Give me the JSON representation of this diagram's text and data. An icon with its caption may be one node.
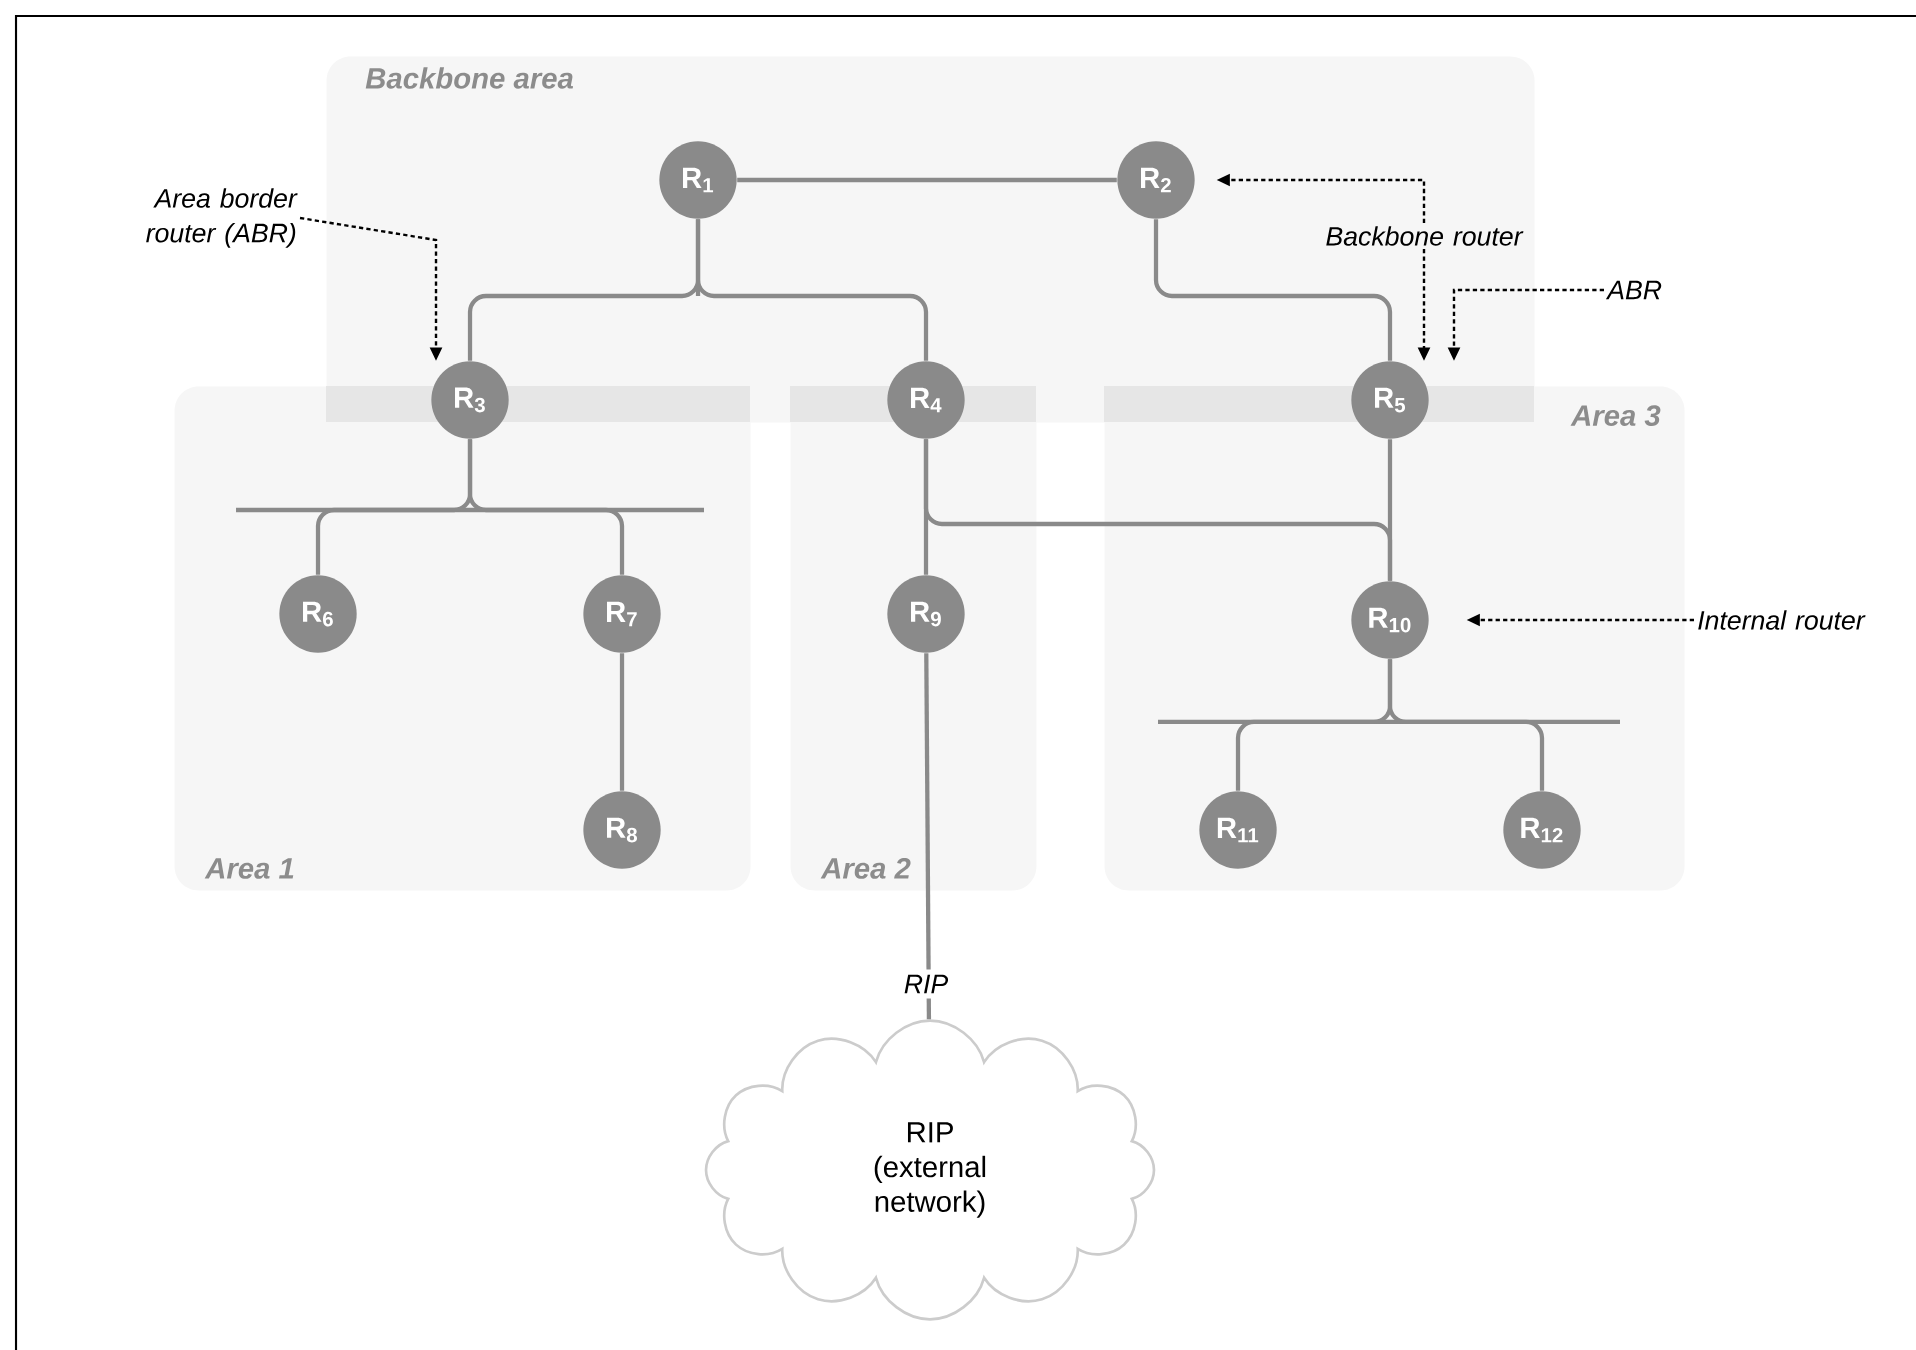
{
  "diagram": {
    "nodes": [
      {
        "text": [
          "Backbone area"
        ]
      },
      {
        "text": [
          "R$_{1}$"
        ],
        "in": 0
      },
      {
        "text": [
          "R$_{2}$"
        ],
        "in": 0
      },
      {
        "text": [
          "Area border router (ABR)"
        ]
      },
      {
        "text": [
          "Backbone router"
        ],
        "in": 0
      },
      {
        "text": [
          "ABR"
        ]
      },
      {
        "text": [
          "R$_{3}$"
        ]
      },
      {
        "text": [
          "R$_{4}$"
        ]
      },
      {
        "text": [
          "R$_{5}$"
        ]
      },
      {
        "text": [
          "Area 1"
        ]
      },
      {
        "text": [
          "Area 2"
        ]
      },
      {
        "text": [
          "Area 3"
        ]
      },
      {
        "text": [
          "R$_{6}$"
        ],
        "in": 9
      },
      {
        "text": [
          "R$_{7}$"
        ],
        "in": 9
      },
      {
        "text": [
          "R$_{9}$"
        ],
        "in": 10
      },
      {
        "text": [
          "R$_{10}$"
        ],
        "in": 11
      },
      {
        "text": [
          "Internal router"
        ]
      },
      {
        "text": [
          "R$_{8}$"
        ],
        "in": 9
      },
      {
        "text": [
          "R$_{11}$"
        ],
        "in": 11
      },
      {
        "text": [
          "R$_{12}$"
        ],
        "in": 11
      },
      {
        "text": [
          "RIP (external network)"
        ]
      }
    ],
    "edges": [
      {
        "from": 1,
        "to": 2,
        "arrow": "none"
      },
      {
        "from": 1,
        "to": 6,
        "arrow": "none"
      },
      {
        "from": 1,
        "to": 7,
        "arrow": "none"
      },
      {
        "from": 2,
        "to": 8,
        "arrow": "none"
      },
      {
        "from": 6,
        "to": 12,
        "arrow": "none"
      },
      {
        "from": 6,
        "to": 13,
        "arrow": "none"
      },
      {
        "from": 13,
        "to": 17,
        "arrow": "none"
      },
      {
        "from": 7,
        "to": 14,
        "arrow": "none"
      },
      {
        "from": 7,
        "to": 15,
        "arrow": "none"
      },
      {
        "from": 8,
        "to": 15,
        "arrow": "none"
      },
      {
        "from": 15,
        "to": 18,
        "arrow": "none"
      },
      {
        "from": 15,
        "to": 19,
        "arrow": "none"
      },
      {
        "from": 14,
        "to": 20,
        "arrow": "none",
        "label": "RIP"
      },
      {
        "from": 3,
        "to": 6,
        "arrow": "to",
        "style": "dashed",
        "color": "#000000"
      },
      {
        "from": 4,
        "to": 2,
        "arrow": "to",
        "style": "dashed",
        "color": "#000000"
      },
      {
        "from": 4,
        "to": 8,
        "arrow": "to",
        "style": "dashed",
        "color": "#000000"
      },
      {
        "from": 5,
        "to": 8,
        "arrow": "to",
        "style": "dashed",
        "color": "#000000"
      },
      {
        "from": 16,
        "to": 15,
        "arrow": "to",
        "style": "dashed",
        "color": "#000000"
      }
    ]
  }
}
